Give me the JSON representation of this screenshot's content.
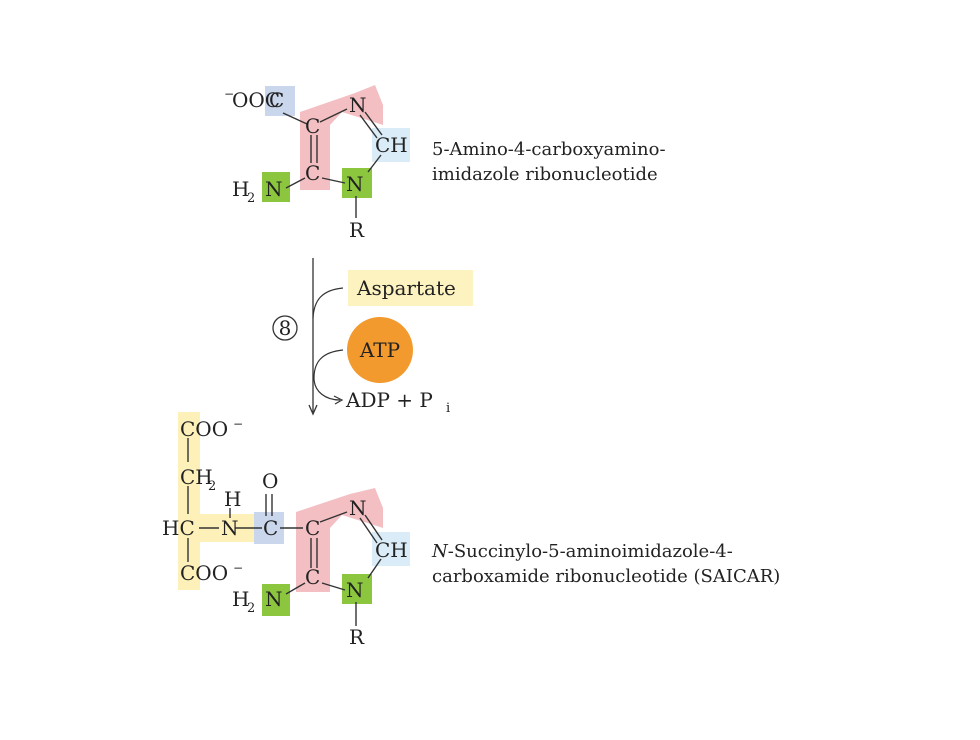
{
  "top_compound": {
    "name_line1": "5-Amino-4-carboxyamino-",
    "name_line2": "imidazole ribonucleotide",
    "atoms": {
      "coo_minus": "−",
      "coo_text": "OOC",
      "c_top": "C",
      "n_top": "N",
      "ch": "CH",
      "c_bottom": "C",
      "n_ring": "N",
      "h2n_h": "H",
      "h2n_sub": "2",
      "h2n_n": "N",
      "r": "R"
    },
    "colors": {
      "pink": "#f3bfc3",
      "blue": "#c9d6ec",
      "light_blue": "#d9ecf7",
      "green": "#8cc63f"
    }
  },
  "reaction": {
    "step_number": "8",
    "reagent_in": "Aspartate",
    "cofactor": "ATP",
    "products_text": "ADP + P",
    "products_sub": "i",
    "colors": {
      "aspartate_bg": "#fdf3c0",
      "atp_fill": "#f29a2e"
    }
  },
  "bottom_compound": {
    "name_line1_italic": "N",
    "name_line1_rest": "-Succinylo-5-aminoimidazole-4-",
    "name_line2": "carboxamide ribonucleotide (SAICAR)",
    "atoms": {
      "coo_top": "COO",
      "coo_top_sup": "−",
      "ch2_ch": "CH",
      "ch2_sub": "2",
      "hc": "HC",
      "amide_h": "H",
      "amide_n": "N",
      "carbonyl_c": "C",
      "carbonyl_o": "O",
      "c_top": "C",
      "n_top": "N",
      "ch": "CH",
      "c_bottom": "C",
      "n_ring": "N",
      "coo_bottom": "COO",
      "coo_bottom_sup": "−",
      "h2n_h": "H",
      "h2n_sub": "2",
      "h2n_n": "N",
      "r": "R"
    },
    "colors": {
      "yellow": "#fdf0b8"
    }
  }
}
